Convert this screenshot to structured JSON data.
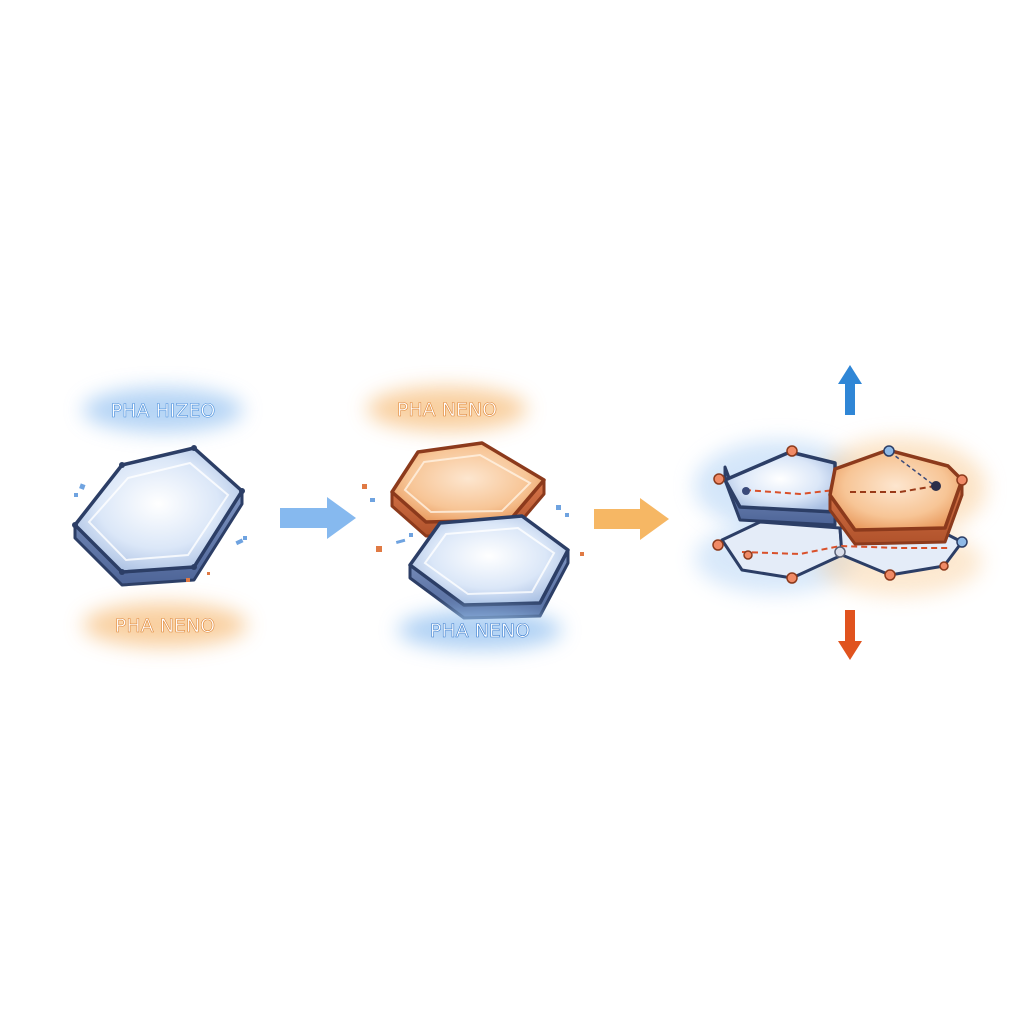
{
  "labels": {
    "stage1_top": "PHA HIZEO",
    "stage1_bottom": "PHA NENO",
    "stage2_top": "PHA NENO",
    "stage2_bottom": "PHA NENO"
  },
  "colors": {
    "blue": "#4a8fdc",
    "blue_glow": "#9cc6f2",
    "orange": "#f0a04a",
    "orange_glow": "#f8c890",
    "plate_blue_face": "#dce8f8",
    "plate_blue_side": "#6f86b4",
    "plate_outline": "#2c3e66",
    "plate_orange_face": "#f6c79c",
    "plate_orange_side": "#c8643a",
    "up_arrow": "#2f86d6",
    "down_arrow": "#e0531e"
  },
  "icons": {
    "arrow_1": "right-arrow-blue",
    "arrow_2": "right-arrow-orange",
    "arrow_up": "up-arrow-blue",
    "arrow_down": "down-arrow-orange"
  }
}
